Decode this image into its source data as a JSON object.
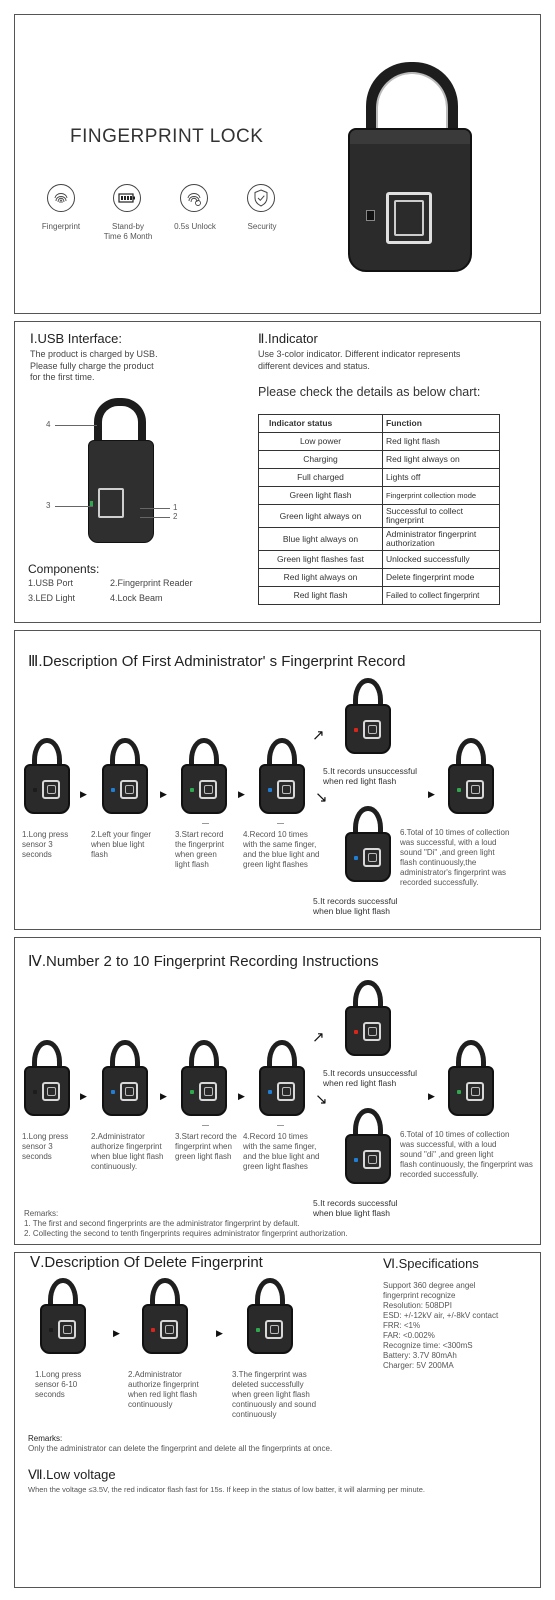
{
  "hero": {
    "title": "FINGERPRINT LOCK",
    "features": [
      {
        "icon": "fingerprint-icon",
        "label": "Fingerprint"
      },
      {
        "icon": "battery-icon",
        "label": "Stand-by\nTime 6 Month"
      },
      {
        "icon": "fingerprint-unlock-icon",
        "label": "0.5s Unlock"
      },
      {
        "icon": "shield-check-icon",
        "label": "Security"
      }
    ]
  },
  "usb": {
    "heading": "Ⅰ.USB Interface:",
    "text": "The product is charged by USB.\nPlease fully charge the product\nfor the first time.",
    "callouts": [
      "4",
      "3",
      "1",
      "2"
    ],
    "components_title": "Components:",
    "components": [
      "1.USB Port",
      "2.Fingerprint Reader",
      "3.LED Light",
      "4.Lock Beam"
    ]
  },
  "indicator": {
    "heading": "Ⅱ.Indicator",
    "text": "Use 3-color indicator. Different indicator represents\ndifferent devices and status.",
    "check": "Please check the details as below chart:",
    "header": [
      "Indicator status",
      "Function"
    ],
    "rows": [
      [
        "Low power",
        "Red light flash"
      ],
      [
        "Charging",
        "Red light always on"
      ],
      [
        "Full charged",
        "Lights off"
      ],
      [
        "Green light flash",
        "Fingerprint collection mode"
      ],
      [
        "Green light always on",
        "Successful to collect\nfingerprint"
      ],
      [
        "Blue light always on",
        "Administrator fingerprint\nauthorization"
      ],
      [
        "Green light flashes fast",
        "Unlocked successfully"
      ],
      [
        "Red light always on",
        "Delete fingerprint mode"
      ],
      [
        "Red light flash",
        "Failed to collect fingerprint"
      ]
    ]
  },
  "section3": {
    "heading": "Ⅲ.Description Of First Administrator' s Fingerprint Record",
    "steps": [
      "1.Long press\nsensor 3\nseconds",
      "2.Left your finger\nwhen blue light\nflash",
      "3.Start record\nthe fingerprint\nwhen green\nlight flash",
      "4.Record 10 times\nwith the same finger,\nand the blue light and\ngreen light flashes"
    ],
    "fail": "5.It records unsuccessful\nwhen red light flash",
    "success": "5.It records successful\nwhen blue light flash",
    "final": "6.Total of 10 times of collection\nwas successful, with a loud\nsound \"Di\" ,and green light\nflash continuously,the\nadministrator's fingerprint was\nrecorded successfully."
  },
  "section4": {
    "heading": "Ⅳ.Number 2 to 10 Fingerprint Recording Instructions",
    "steps": [
      "1.Long press\nsensor 3\nseconds",
      "2.Administrator\nauthorize fingerprint\nwhen blue light flash\ncontinuously.",
      "3.Start record the\nfingerprint when\ngreen light flash",
      "4.Record 10 times\nwith the same finger,\nand the blue light and\ngreen light flashes"
    ],
    "fail": "5.It records unsuccessful\nwhen red light flash",
    "success": "5.It records successful\nwhen blue light flash",
    "final": "6.Total of 10 times of collection\nwas successful, with a loud\nsound \"di\" ,and green light\nflash continuously, the fingerprint was\nrecorded successfully.",
    "remarks_title": "Remarks:",
    "remarks": "1. The first and second fingerprints are the administrator fingerprint by default.\n2. Collecting the second to tenth fingerprints requires administrator fingerprint authorization."
  },
  "section5": {
    "heading": "Ⅴ.Description Of Delete Fingerprint",
    "steps": [
      "1.Long press\nsensor 6-10\nseconds",
      "2.Administrator\nauthorize fingerprint\nwhen red light flash\ncontinuously",
      "3.The fingerprint was\ndeleted successfully\nwhen green light flash\ncontinuously and sound\ncontinuously"
    ],
    "remarks_title": "Remarks:",
    "remarks": "Only the administrator can delete the fingerprint and delete all the fingerprints at once."
  },
  "specs": {
    "heading": "Ⅵ.Specifications",
    "lines": "Support 360 degree angel\nfingerprint recognize\nResolution: 508DPI\nESD: +/-12kV air, +/-8kV contact\nFRR: <1%\nFAR: <0.002%\nRecognize time: <300mS\nBattery: 3.7V 80mAh\nCharger: 5V 200MA"
  },
  "lowvoltage": {
    "heading": "Ⅶ.Low voltage",
    "text": "When the voltage ≤3.5V, the red indicator flash fast for 15s. If keep in the status of low batter, it will alarming per minute."
  },
  "colors": {
    "red": "#d9261c",
    "blue": "#1f7fd6",
    "green": "#2fa84f",
    "dark": "#1c1c1c"
  }
}
